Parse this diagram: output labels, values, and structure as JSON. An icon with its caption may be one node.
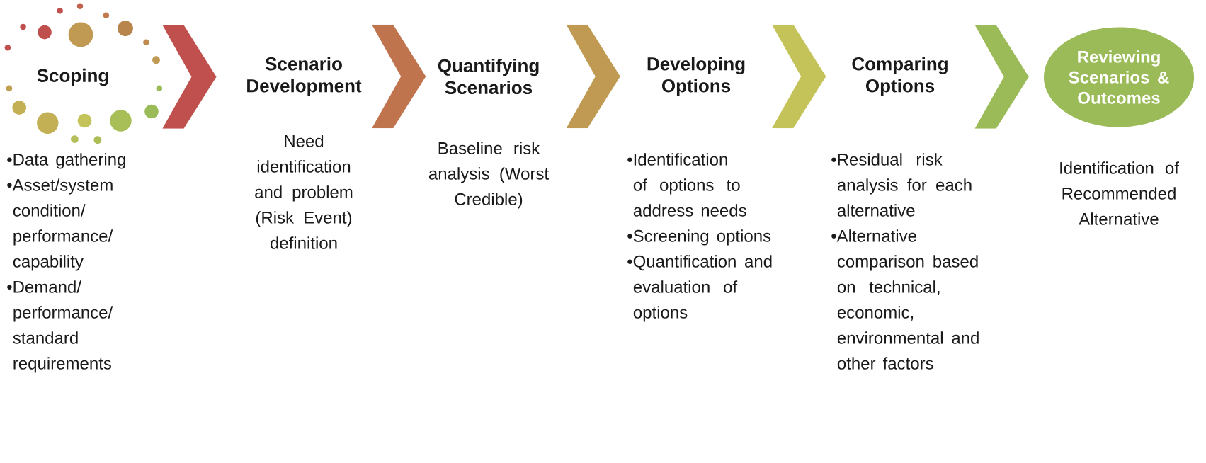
{
  "diagram": {
    "nodes": [
      {
        "text": [
          "Scoping"
        ],
        "beside": [
          "•Data gathering",
          "•Asset/system condition/ performance/ capability",
          "•Demand/ performance/ standard requirements"
        ]
      },
      {
        "text": [
          "Scenario Development"
        ],
        "beside": [
          "Need identification and problem (Risk Event) definition"
        ]
      },
      {
        "text": [
          "Quantifying Scenarios"
        ],
        "beside": [
          "Baseline risk analysis (Worst Credible)"
        ]
      },
      {
        "text": [
          "Developing Options"
        ],
        "beside": [
          "•Identification of options to address needs",
          "•Screening options",
          "•Quantification and evaluation of options"
        ]
      },
      {
        "text": [
          "Comparing Options"
        ],
        "beside": [
          "•Residual risk analysis for each alternative",
          "•Alternative comparison based on technical, economic, environmental and other factors"
        ]
      },
      {
        "text": [
          "Reviewing Scenarios & Outcomes"
        ],
        "beside": [
          "Identification of Recommended Alternative"
        ]
      }
    ],
    "edges": [
      {
        "from": 0,
        "to": 1,
        "arrow": "to",
        "color": "#c0504d"
      },
      {
        "from": 1,
        "to": 2,
        "arrow": "to",
        "color": "#c0744d"
      },
      {
        "from": 2,
        "to": 3,
        "arrow": "to",
        "color": "#c09a52"
      },
      {
        "from": 3,
        "to": 4,
        "arrow": "to",
        "color": "#c3c35a"
      },
      {
        "from": 4,
        "to": 5,
        "arrow": "to",
        "color": "#9bbb59"
      }
    ]
  }
}
